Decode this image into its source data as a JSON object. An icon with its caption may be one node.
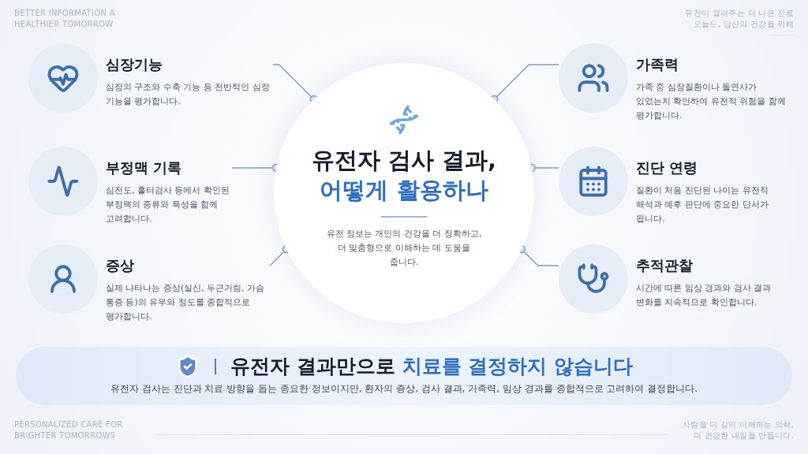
{
  "diagram": {
    "nodes": [
      {
        "text": [
          "유전자 검사 결과,",
          "어떻게 활용하나",
          "유전 정보는 개인의 건강을 더 정확하고, 더 맞춤형으로 이해하는 데 도움을 줍니다."
        ]
      },
      {
        "text": [
          "심장기능",
          "심장의 구조와 수축 기능 등 전반적인 심장 기능을 평가합니다."
        ]
      },
      {
        "text": [
          "부정맥 기록",
          "심전도, 홀터검사 등에서 확인된 부정맥의 종류와 특성을 함께 고려합니다."
        ]
      },
      {
        "text": [
          "증상",
          "실제 나타나는 증상(실신, 두근거림, 가슴 통증 등)의 유무와 정도를 종합적으로 평가합니다."
        ]
      },
      {
        "text": [
          "가족력",
          "가족 중 심장질환이나 돌연사가 있었는지 확인하여 유전적 위험을 함께 평가합니다."
        ]
      },
      {
        "text": [
          "진단 연령",
          "질환이 처음 진단된 나이는 유전적 해석과 예후 판단에 중요한 단서가 됩니다."
        ]
      },
      {
        "text": [
          "추적관찰",
          "시간에 따른 임상 경과와 검사 결과 변화를 지속적으로 확인합니다."
        ]
      },
      {
        "text": [
          "유전자 결과만으로 **치료를 결정하지 않습니다**",
          "유전자 검사는 진단과 치료 방향을 돕는 종요한 정보이지만, 환자의 증상, 검사 결과, 가족력, 임상 경과를 종합적으로 고려하여 결정합니다."
        ]
      }
    ],
    "edges": [
      {
        "from": 1,
        "to": 0,
        "arrow": "other"
      },
      {
        "from": 2,
        "to": 0,
        "arrow": "other"
      },
      {
        "from": 3,
        "to": 0,
        "arrow": "other"
      },
      {
        "from": 4,
        "to": 0,
        "arrow": "other"
      },
      {
        "from": 5,
        "to": 0,
        "arrow": "other"
      },
      {
        "from": 6,
        "to": 0,
        "arrow": "other"
      }
    ],
    "labels": [
      "BETTER INFORMATION A HEALTHIER TOMORROW",
      "유전이 알려주는 더 나은 진료 오늘도, 당신의 건강을 위해",
      "PERSONALIZED CARE FOR BRIGHTER TOMORROWS",
      "사람을 더 깊이 이해하는 의학, 더 건강한 내일을 만듭니다."
    ]
  }
}
